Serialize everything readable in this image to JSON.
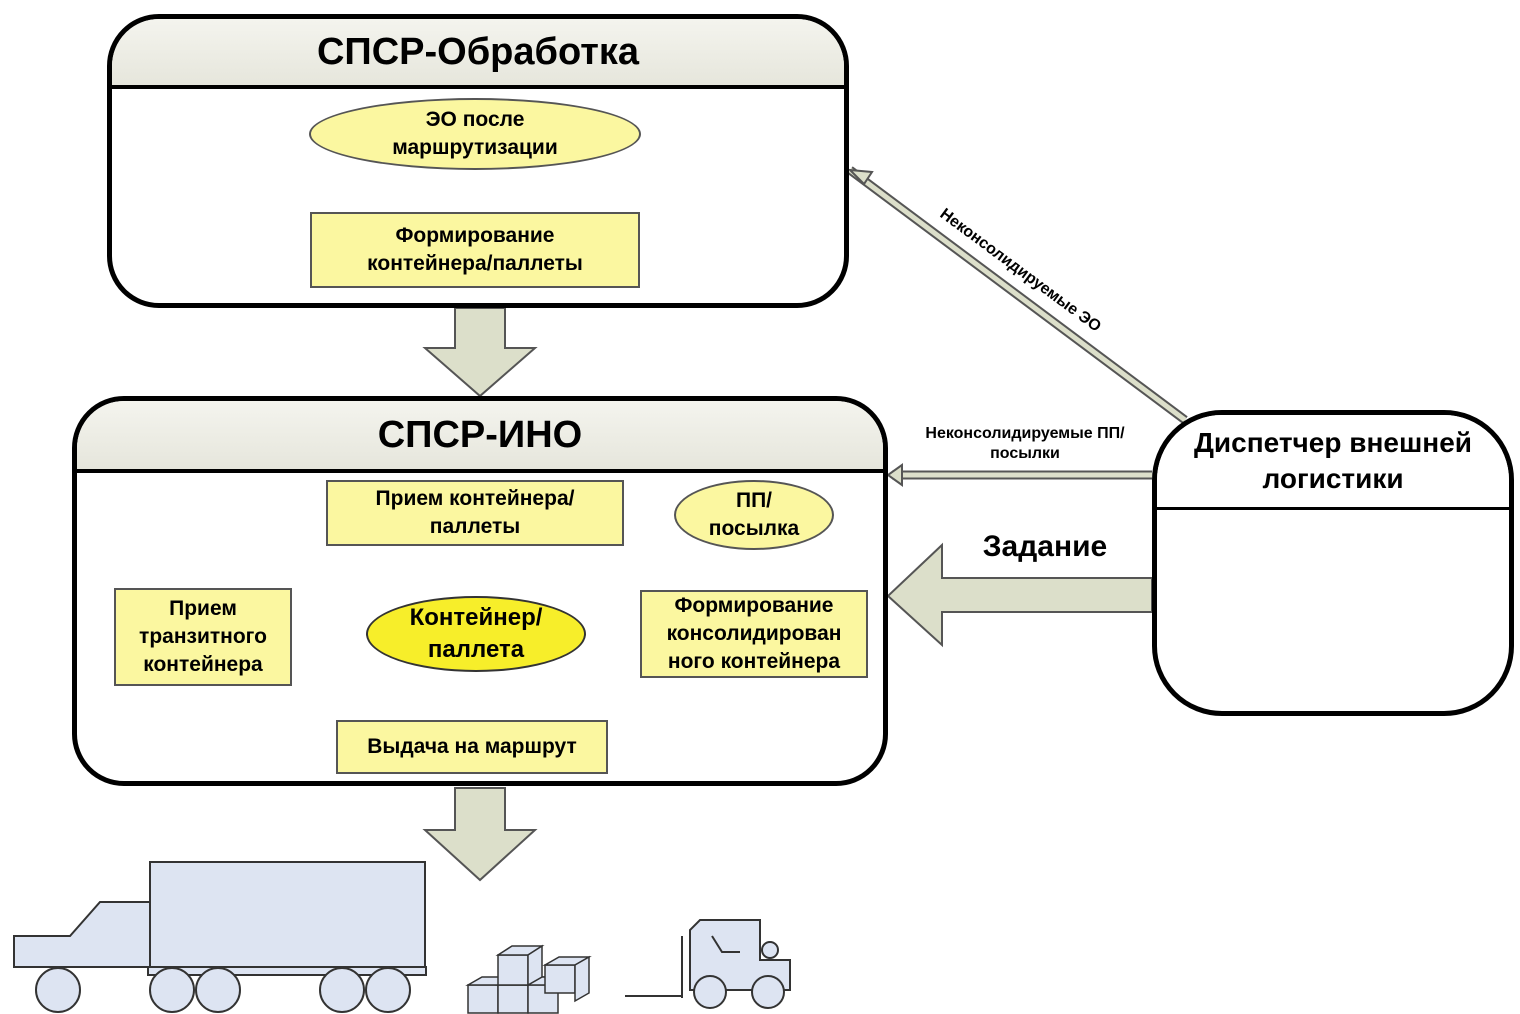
{
  "top_panel": {
    "title": "СПСР-Обработка",
    "eo_after_routing": "ЭО после маршрутизации",
    "form_container": "Формирование контейнера/паллеты"
  },
  "middle_panel": {
    "title": "СПСР-ИНО",
    "receive_container": "Прием контейнера/паллеты",
    "pp_parcel": "ПП/ посылка",
    "receive_transit": "Прием транзитного контейнера",
    "container_pallet": "Контейнер/ паллета",
    "form_consolidated": "Формирование консолидирован ного контейнера",
    "dispatch_route": "Выдача на маршрут"
  },
  "dispatcher": {
    "title": "Диспетчер внешней логистики"
  },
  "flows": {
    "unconsolidated_eo": "Неконсолидируемые ЭО",
    "unconsolidated_pp": "Неконсолидируемые ПП/посылки",
    "task": "Задание"
  },
  "colors": {
    "box_fill": "#fbf7a0",
    "ellipse_main": "#f7ee2a",
    "arrow_fill": "#dcdfca",
    "icon_fill": "#dde4f2"
  }
}
